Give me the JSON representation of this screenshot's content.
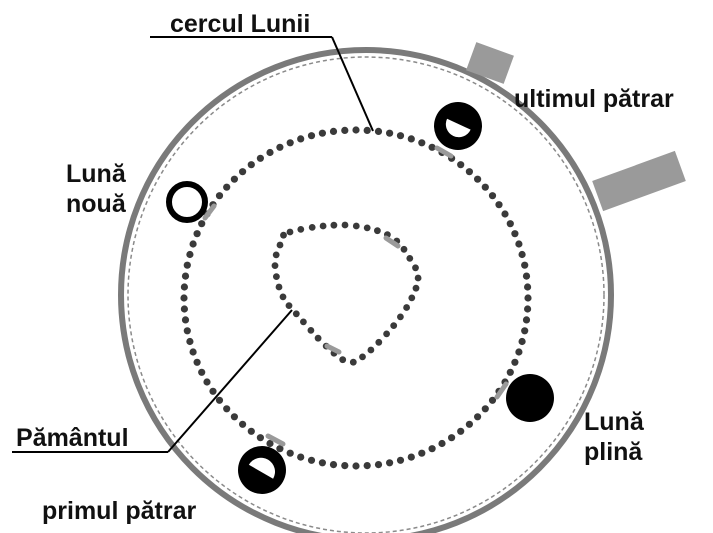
{
  "labels": {
    "moon_circle": "cercul Lunii",
    "last_quarter": "ultimul pătrar",
    "new_moon_line1": "Lună",
    "new_moon_line2": "nouă",
    "earth": "Pământul",
    "full_moon_line1": "Lună",
    "full_moon_line2": "plină",
    "first_quarter": "primul pătrar"
  },
  "colors": {
    "outer_circle": "#7a7a7a",
    "dots": "#3a3a3a",
    "moon_fill": "#000000",
    "sunlight_patch": "#9a9a9a",
    "text": "#111111"
  },
  "icons": {
    "new_moon": "hollow-circle-icon",
    "full_moon": "filled-circle-icon",
    "first_quarter": "half-moon-icon",
    "last_quarter": "half-moon-icon"
  }
}
